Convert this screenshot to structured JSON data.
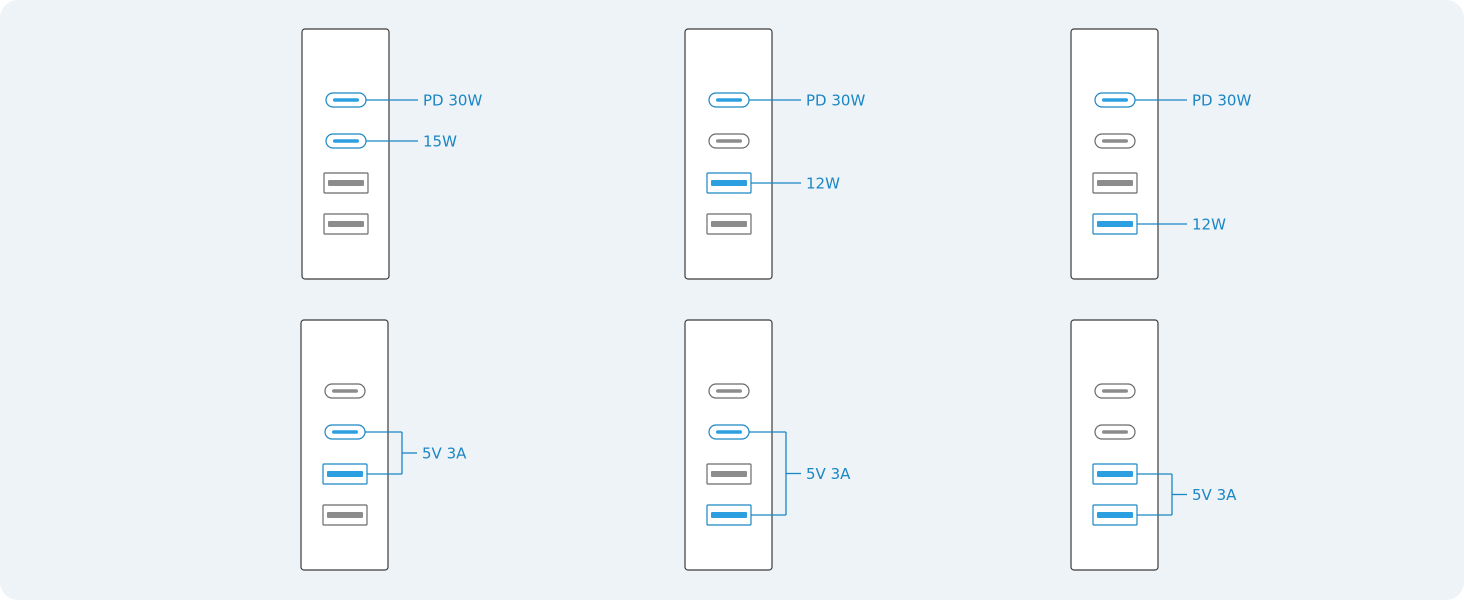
{
  "colors": {
    "background": "#eef3f7",
    "accent": "#1a86c4",
    "accent_fill": "#2c9fe0",
    "idle_port": "#8c8c8c",
    "charger_outline": "#3a3a3a",
    "charger_fill": "#ffffff"
  },
  "port_types": [
    "usb-c",
    "usb-c",
    "usb-a",
    "usb-a"
  ],
  "configs": [
    {
      "active_ports": [
        0,
        1
      ],
      "labels": [
        {
          "text": "PD 30W",
          "ports": [
            0
          ]
        },
        {
          "text": "15W",
          "ports": [
            1
          ]
        }
      ]
    },
    {
      "active_ports": [
        0,
        2
      ],
      "labels": [
        {
          "text": "PD 30W",
          "ports": [
            0
          ]
        },
        {
          "text": "12W",
          "ports": [
            2
          ]
        }
      ]
    },
    {
      "active_ports": [
        0,
        3
      ],
      "labels": [
        {
          "text": "PD 30W",
          "ports": [
            0
          ]
        },
        {
          "text": "12W",
          "ports": [
            3
          ]
        }
      ]
    },
    {
      "active_ports": [
        1,
        2
      ],
      "labels": [
        {
          "text": "5V 3A",
          "ports": [
            1,
            2
          ]
        }
      ]
    },
    {
      "active_ports": [
        1,
        3
      ],
      "labels": [
        {
          "text": "5V 3A",
          "ports": [
            1,
            3
          ]
        }
      ]
    },
    {
      "active_ports": [
        2,
        3
      ],
      "labels": [
        {
          "text": "5V 3A",
          "ports": [
            2,
            3
          ]
        }
      ]
    }
  ]
}
